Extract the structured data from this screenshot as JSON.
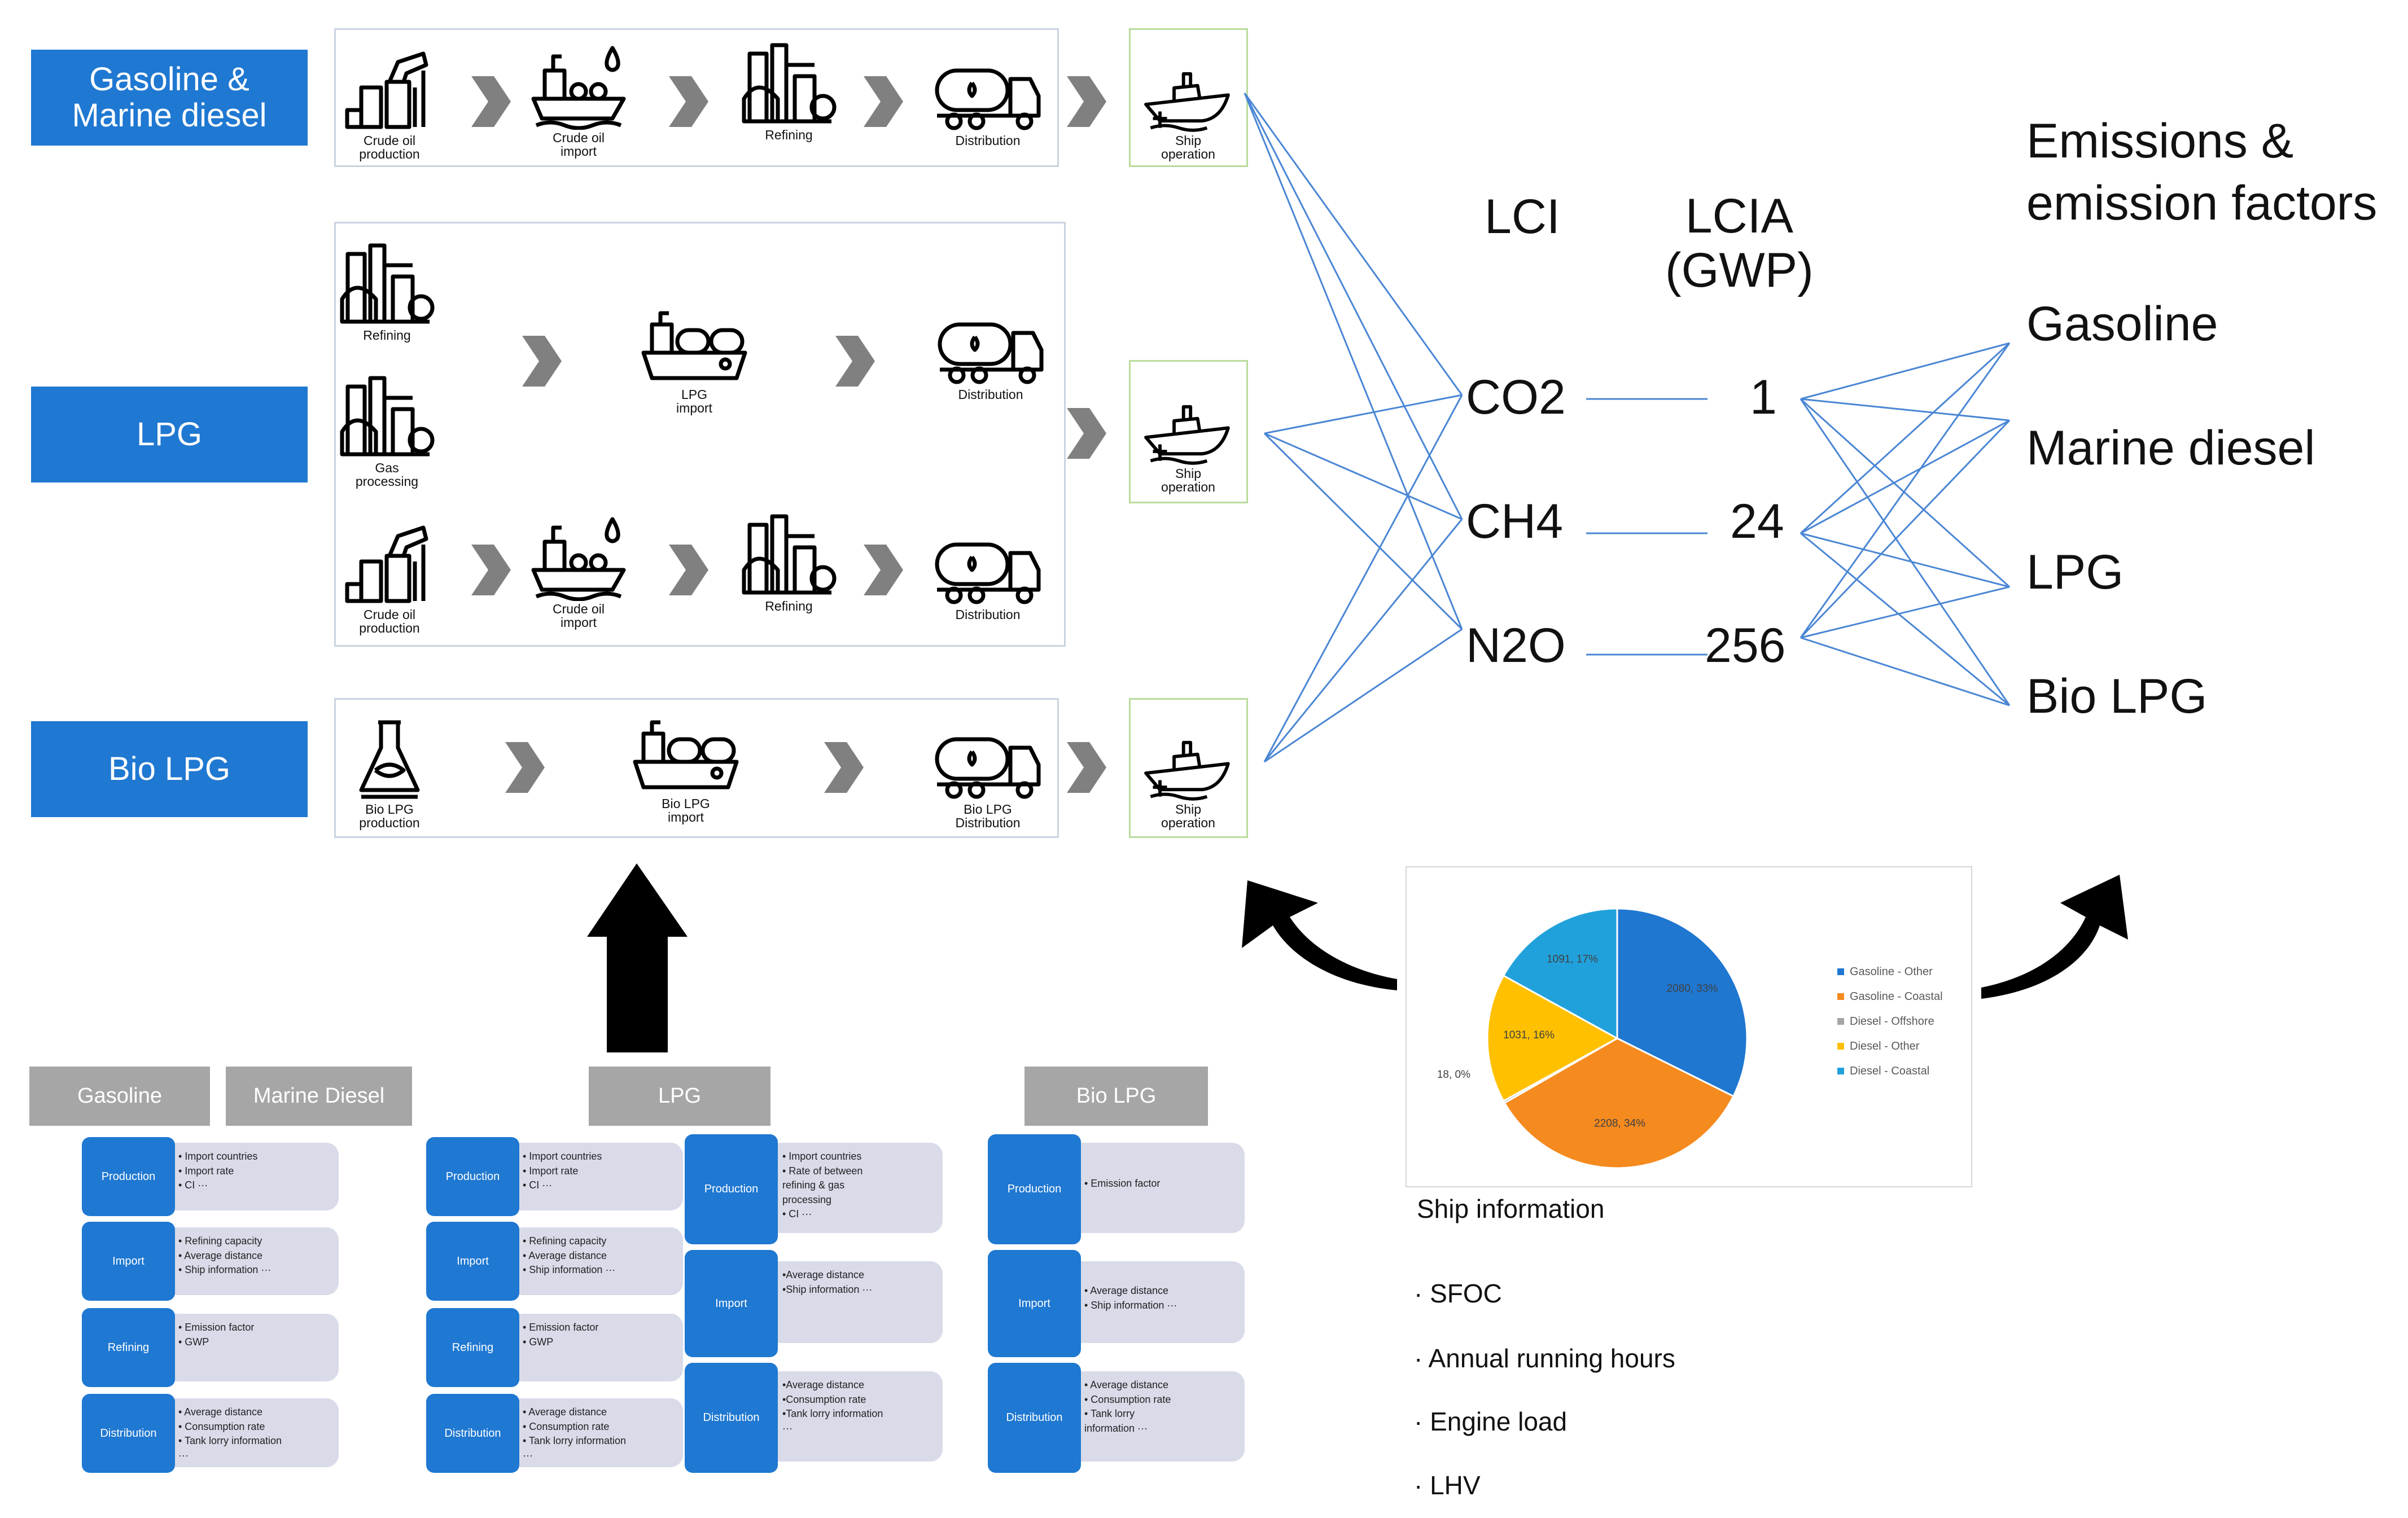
{
  "fuels": {
    "gasoline_diesel": "Gasoline &\nMarine diesel",
    "lpg": "LPG",
    "bio_lpg": "Bio LPG"
  },
  "process": {
    "row1": [
      "Crude oil\nproduction",
      "Crude oil\nimport",
      "Refining",
      "Distribution"
    ],
    "ship": "Ship\noperation",
    "lpg_refining": "Refining",
    "lpg_gas_processing": "Gas\nprocessing",
    "lpg_import": "LPG\nimport",
    "lpg_distribution": "Distribution",
    "row3": [
      "Crude oil\nproduction",
      "Crude oil\nimport",
      "Refining",
      "Distribution"
    ],
    "bio": [
      "Bio LPG\nproduction",
      "Bio LPG\nimport",
      "Bio LPG\nDistribution"
    ]
  },
  "lci": {
    "heading": "LCI",
    "gases": [
      "CO2",
      "CH4",
      "N2O"
    ]
  },
  "lcia": {
    "heading": "LCIA\n(GWP)",
    "values": [
      "1",
      "24",
      "256"
    ]
  },
  "emissions": {
    "heading": "Emissions &\nemission factors",
    "fuels": [
      "Gasoline",
      "Marine diesel",
      "LPG",
      "Bio LPG"
    ]
  },
  "inputs": {
    "heads": [
      "Gasoline",
      "Marine Diesel",
      "LPG",
      "Bio LPG"
    ],
    "stages": [
      "Production",
      "Import",
      "Refining",
      "Distribution"
    ],
    "gasoline_cards": [
      "• Import countries\n• Import rate\n• CI ···",
      "• Refining capacity\n• Average distance\n• Ship information ···",
      "• Emission factor\n• GWP",
      "• Average distance\n• Consumption rate\n• Tank lorry information\n···"
    ],
    "lpg_left_cards": [
      "• Import countries\n• Import rate\n• CI ···",
      "• Refining capacity\n• Average distance\n• Ship information ···",
      "• Emission factor\n• GWP",
      "• Average distance\n• Consumption rate\n• Tank lorry information\n···"
    ],
    "lpg_right_stages": [
      "Production",
      "Import",
      "Distribution"
    ],
    "lpg_right_cards": [
      "• Import countries\n• Rate of between\n  refining & gas\n  processing\n• CI ···",
      "•Average distance\n•Ship information ···",
      "•Average distance\n•Consumption rate\n•Tank lorry information\n···"
    ],
    "bio_stages": [
      "Production",
      "Import",
      "Distribution"
    ],
    "bio_cards": [
      "• Emission factor",
      "• Average distance\n• Ship information ···",
      "• Average distance\n• Consumption rate\n• Tank lorry\n  information ···"
    ]
  },
  "chart_data": {
    "type": "pie",
    "title": "",
    "slices": [
      {
        "name": "Gasoline - Other",
        "value": 2080,
        "label": "2080, 33%",
        "color": "#1f77d0"
      },
      {
        "name": "Gasoline - Coastal",
        "value": 2208,
        "label": "2208, 34%",
        "color": "#f58a1f"
      },
      {
        "name": "Diesel - Offshore",
        "value": 18,
        "label": "18, 0%",
        "color": "#a5a5a5"
      },
      {
        "name": "Diesel - Other",
        "value": 1031,
        "label": "1031, 16%",
        "color": "#ffc000"
      },
      {
        "name": "Diesel - Coastal",
        "value": 1091,
        "label": "1091, 17%",
        "color": "#21a1db"
      }
    ],
    "legend": "right"
  },
  "ship_info": {
    "title": "Ship information",
    "items": [
      "· SFOC",
      "· Annual running hours",
      "· Engine load",
      "· LHV"
    ]
  },
  "colors": {
    "fuel_box": "#1f78d1",
    "connector_lines": "#4a86d4",
    "chevron": "#808080",
    "ship_panel_border": "#b9dc9c"
  }
}
